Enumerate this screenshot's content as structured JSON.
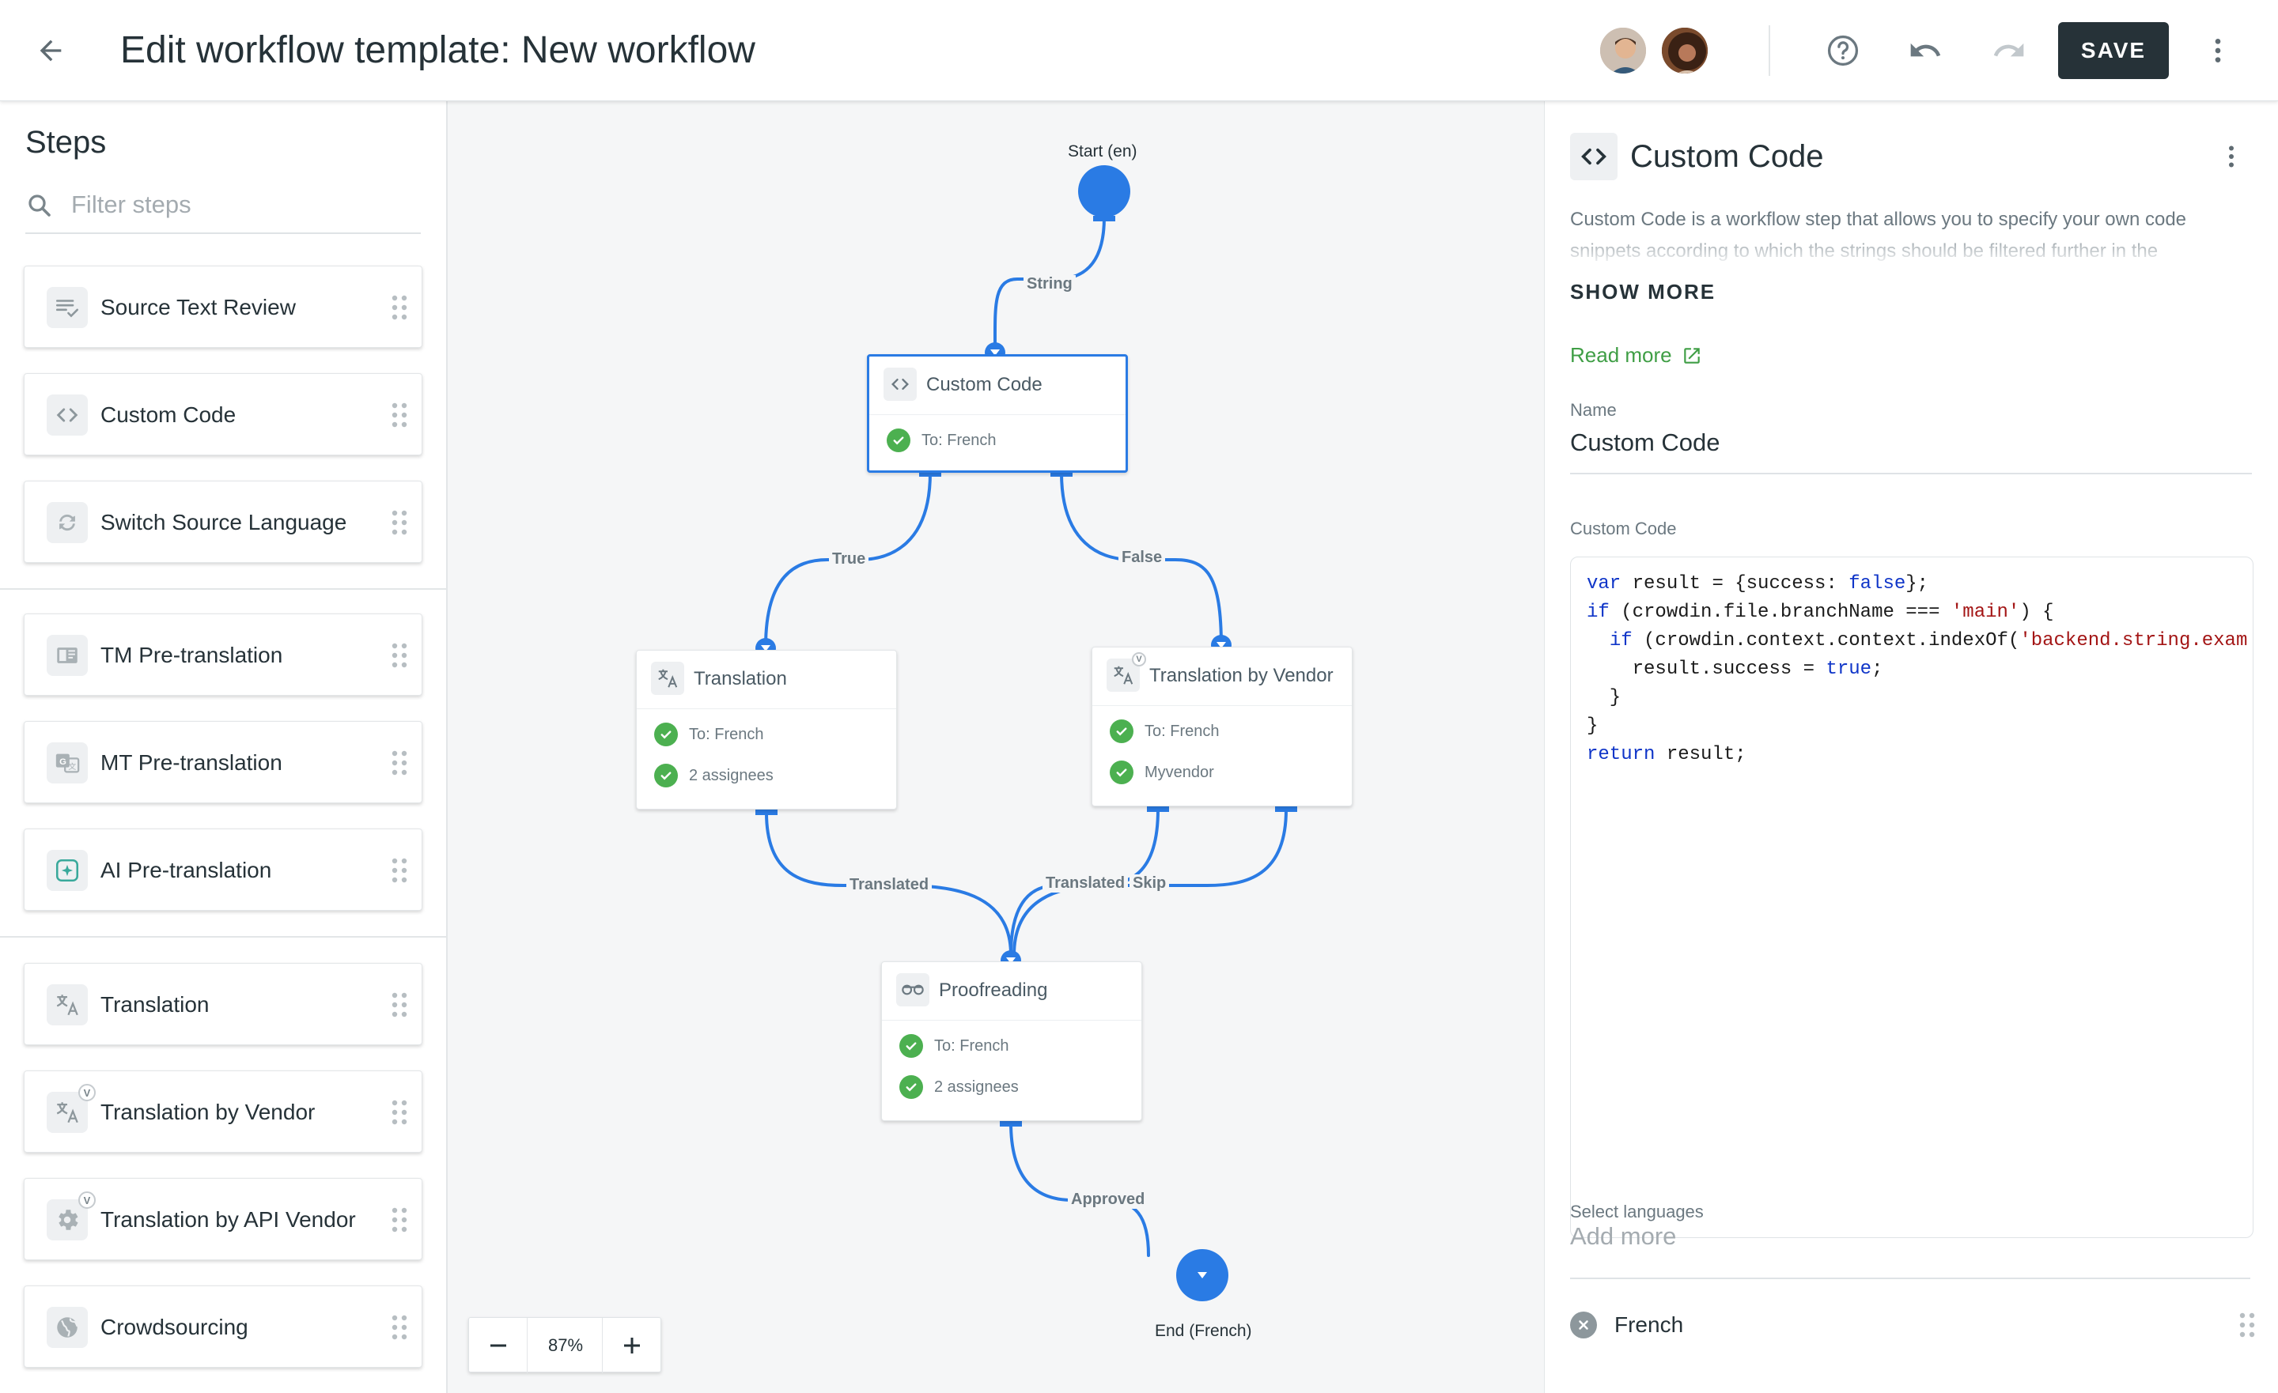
{
  "header": {
    "title": "Edit workflow template: New workflow",
    "save_label": "SAVE"
  },
  "sidebar": {
    "title": "Steps",
    "filter_placeholder": "Filter steps",
    "groups": [
      [
        {
          "label": "Source Text Review",
          "icon": "review-icon"
        },
        {
          "label": "Custom Code",
          "icon": "code-icon"
        },
        {
          "label": "Switch Source Language",
          "icon": "switch-icon"
        }
      ],
      [
        {
          "label": "TM Pre-translation",
          "icon": "tm-icon"
        },
        {
          "label": "MT Pre-translation",
          "icon": "mt-icon"
        },
        {
          "label": "AI Pre-translation",
          "icon": "ai-icon"
        }
      ],
      [
        {
          "label": "Translation",
          "icon": "translate-icon"
        },
        {
          "label": "Translation by Vendor",
          "icon": "translate-vendor-icon",
          "badge": "V"
        },
        {
          "label": "Translation by API Vendor",
          "icon": "gear-icon",
          "badge": "V"
        },
        {
          "label": "Crowdsourcing",
          "icon": "globe-icon"
        }
      ]
    ]
  },
  "workflow": {
    "start_label": "Start (en)",
    "end_label": "End (French)",
    "zoom": "87%",
    "edges": {
      "string": "String",
      "true": "True",
      "false": "False",
      "translated_1": "Translated",
      "translated_2": "Translated",
      "skip": "Skip",
      "approved": "Approved"
    },
    "nodes": {
      "custom_code": {
        "title": "Custom Code",
        "rows": [
          "To: French"
        ]
      },
      "translation": {
        "title": "Translation",
        "rows": [
          "To: French",
          "2 assignees"
        ]
      },
      "vendor": {
        "title": "Translation by Vendor",
        "badge": "V",
        "rows": [
          "To: French",
          "Myvendor"
        ]
      },
      "proofreading": {
        "title": "Proofreading",
        "rows": [
          "To: French",
          "2 assignees"
        ]
      }
    }
  },
  "panel": {
    "title": "Custom Code",
    "description": "Custom Code is a workflow step that allows you to specify your own code snippets according to which the strings should be filtered further in the",
    "show_more": "SHOW MORE",
    "read_more": "Read more",
    "name_label": "Name",
    "name_value": "Custom Code",
    "code_label": "Custom Code",
    "code_lines": [
      [
        {
          "t": "var",
          "c": "kw"
        },
        {
          "t": " result = {success: "
        },
        {
          "t": "false",
          "c": "kw"
        },
        {
          "t": "};"
        }
      ],
      [
        {
          "t": "if",
          "c": "kw"
        },
        {
          "t": " (crowdin.file.branchName === "
        },
        {
          "t": "'main'",
          "c": "str"
        },
        {
          "t": ") {"
        }
      ],
      [
        {
          "t": "  "
        },
        {
          "t": "if",
          "c": "kw"
        },
        {
          "t": " (crowdin.context.context.indexOf("
        },
        {
          "t": "'backend.string.exam",
          "c": "str"
        }
      ],
      [
        {
          "t": "    result.success = "
        },
        {
          "t": "true",
          "c": "kw"
        },
        {
          "t": ";"
        }
      ],
      [
        {
          "t": "  }"
        }
      ],
      [
        {
          "t": "}"
        }
      ],
      [
        {
          "t": "return",
          "c": "kw"
        },
        {
          "t": " result;"
        }
      ]
    ],
    "languages_label": "Select languages",
    "languages_placeholder": "Add more",
    "languages": [
      "French"
    ]
  }
}
